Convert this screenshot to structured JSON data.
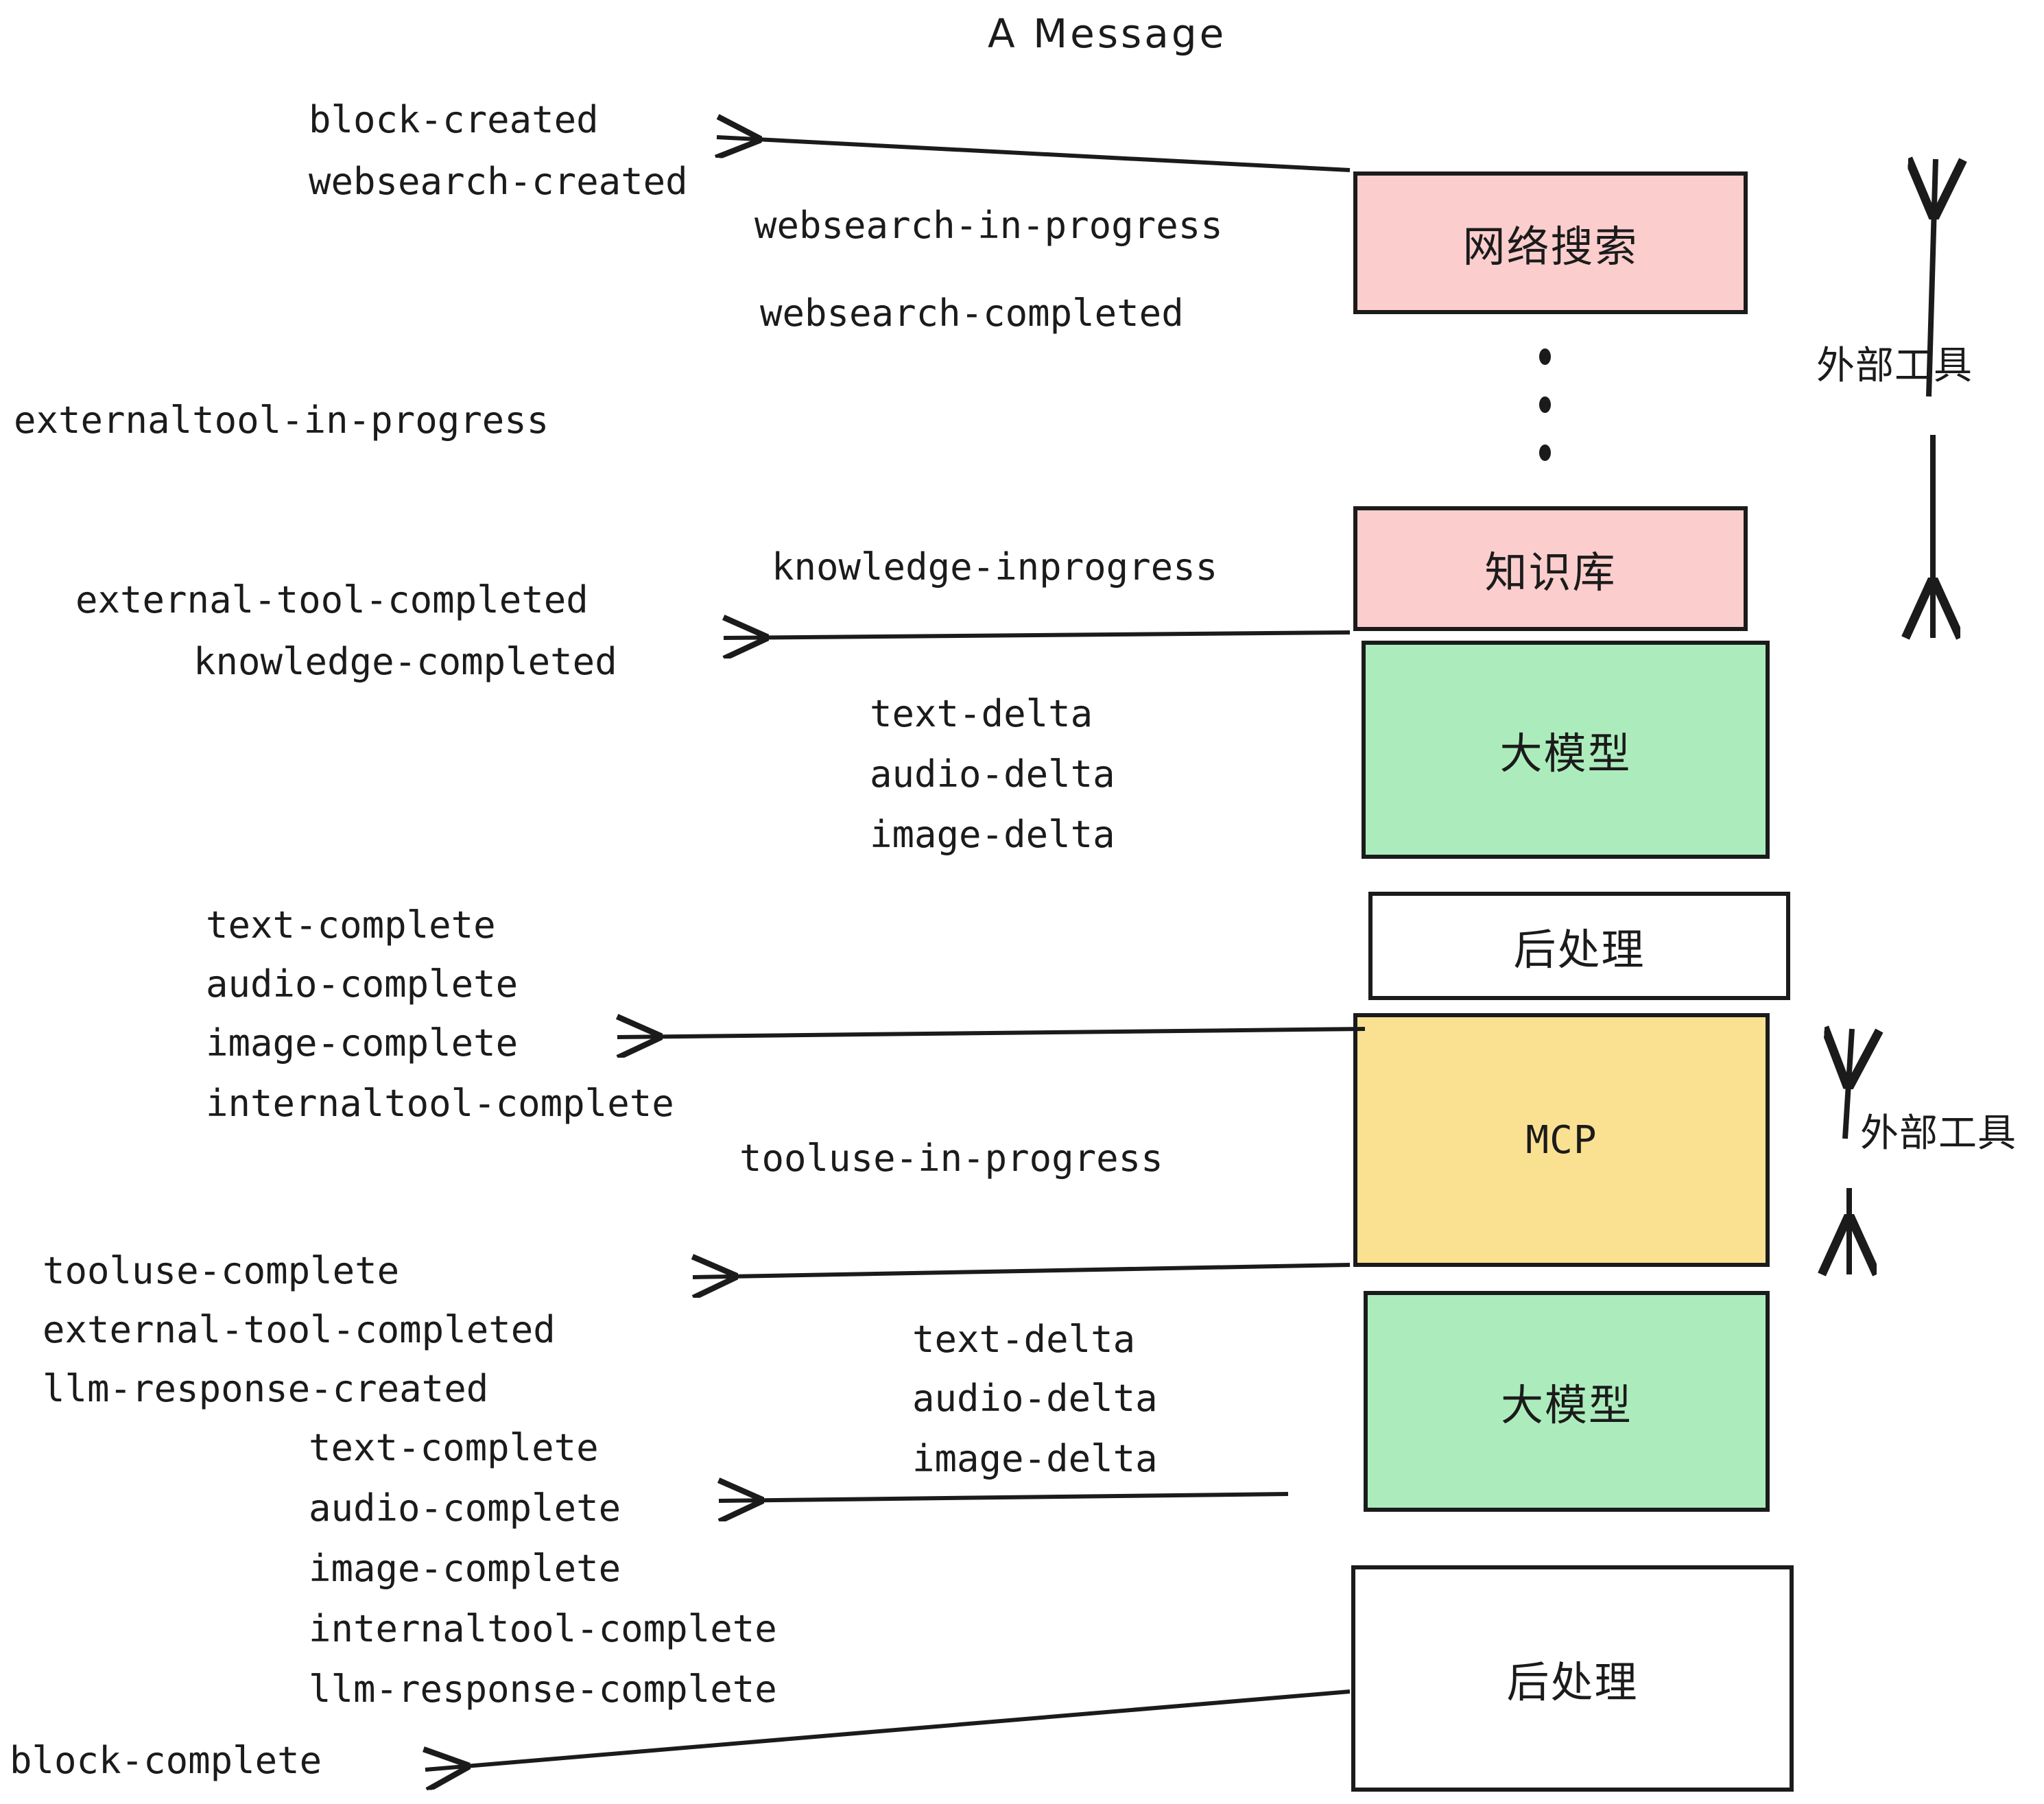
{
  "title": "A Message",
  "colors": {
    "pink": "#FBCDCD",
    "green": "#ACECBC",
    "yellow": "#FAE192",
    "white": "#FFFFFF",
    "stroke": "#1b1b1b"
  },
  "nodes": [
    {
      "id": "websearch",
      "label": "网络搜索",
      "fill": "#FBCDCD"
    },
    {
      "id": "knowledge",
      "label": "知识库",
      "fill": "#FBCDCD"
    },
    {
      "id": "llm1",
      "label": "大模型",
      "fill": "#ACECBC"
    },
    {
      "id": "post1",
      "label": "后处理",
      "fill": "#FFFFFF"
    },
    {
      "id": "mcp",
      "label": "MCP",
      "fill": "#FAE192"
    },
    {
      "id": "llm2",
      "label": "大模型",
      "fill": "#ACECBC"
    },
    {
      "id": "post2",
      "label": "后处理",
      "fill": "#FFFFFF"
    }
  ],
  "side_labels": [
    {
      "id": "external-tools-top",
      "label": "外部工具"
    },
    {
      "id": "external-tools-bottom",
      "label": "外部工具"
    }
  ],
  "events": {
    "block_created": "block-created",
    "websearch_created": "websearch-created",
    "websearch_in_progress": "websearch-in-progress",
    "websearch_completed": "websearch-completed",
    "externaltool_in_progress": "externaltool-in-progress",
    "knowledge_inprogress": "knowledge-inprogress",
    "external_tool_completed_1": "external-tool-completed",
    "knowledge_completed": "knowledge-completed",
    "text_delta_1": "text-delta",
    "audio_delta_1": "audio-delta",
    "image_delta_1": "image-delta",
    "text_complete_1": "text-complete",
    "audio_complete_1": "audio-complete",
    "image_complete_1": "image-complete",
    "internaltool_complete_1": "internaltool-complete",
    "tooluse_in_progress": "tooluse-in-progress",
    "tooluse_complete": "tooluse-complete",
    "external_tool_completed_2": "external-tool-completed",
    "llm_response_created": "llm-response-created",
    "text_delta_2": "text-delta",
    "audio_delta_2": "audio-delta",
    "image_delta_2": "image-delta",
    "text_complete_2": "text-complete",
    "audio_complete_2": "audio-complete",
    "image_complete_2": "image-complete",
    "internaltool_complete_2": "internaltool-complete",
    "llm_response_complete": "llm-response-complete",
    "block_complete": "block-complete"
  }
}
